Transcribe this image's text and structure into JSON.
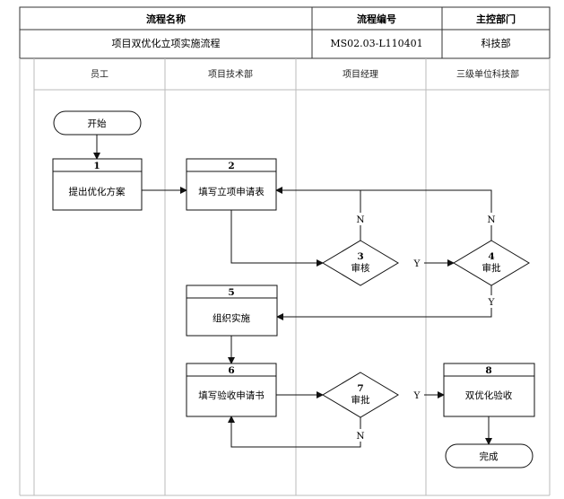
{
  "header": {
    "process_name_label": "流程名称",
    "process_code_label": "流程编号",
    "department_label": "主控部门",
    "process_name": "项目双优化立项实施流程",
    "process_code": "MS02.03-L110401",
    "department": "科技部"
  },
  "lanes": [
    "员工",
    "项目技术部",
    "项目经理",
    "三级单位科技部"
  ],
  "terminals": {
    "start": "开始",
    "end": "完成"
  },
  "steps": [
    {
      "num": "1",
      "label": "提出优化方案"
    },
    {
      "num": "2",
      "label": "填写立项申请表"
    },
    {
      "num": "5",
      "label": "组织实施"
    },
    {
      "num": "6",
      "label": "填写验收申请书"
    },
    {
      "num": "8",
      "label": "双优化验收"
    }
  ],
  "decisions": [
    {
      "num": "3",
      "label": "审核"
    },
    {
      "num": "4",
      "label": "审批"
    },
    {
      "num": "7",
      "label": "审批"
    }
  ],
  "branch_labels": {
    "yes": "Y",
    "no": "N"
  }
}
